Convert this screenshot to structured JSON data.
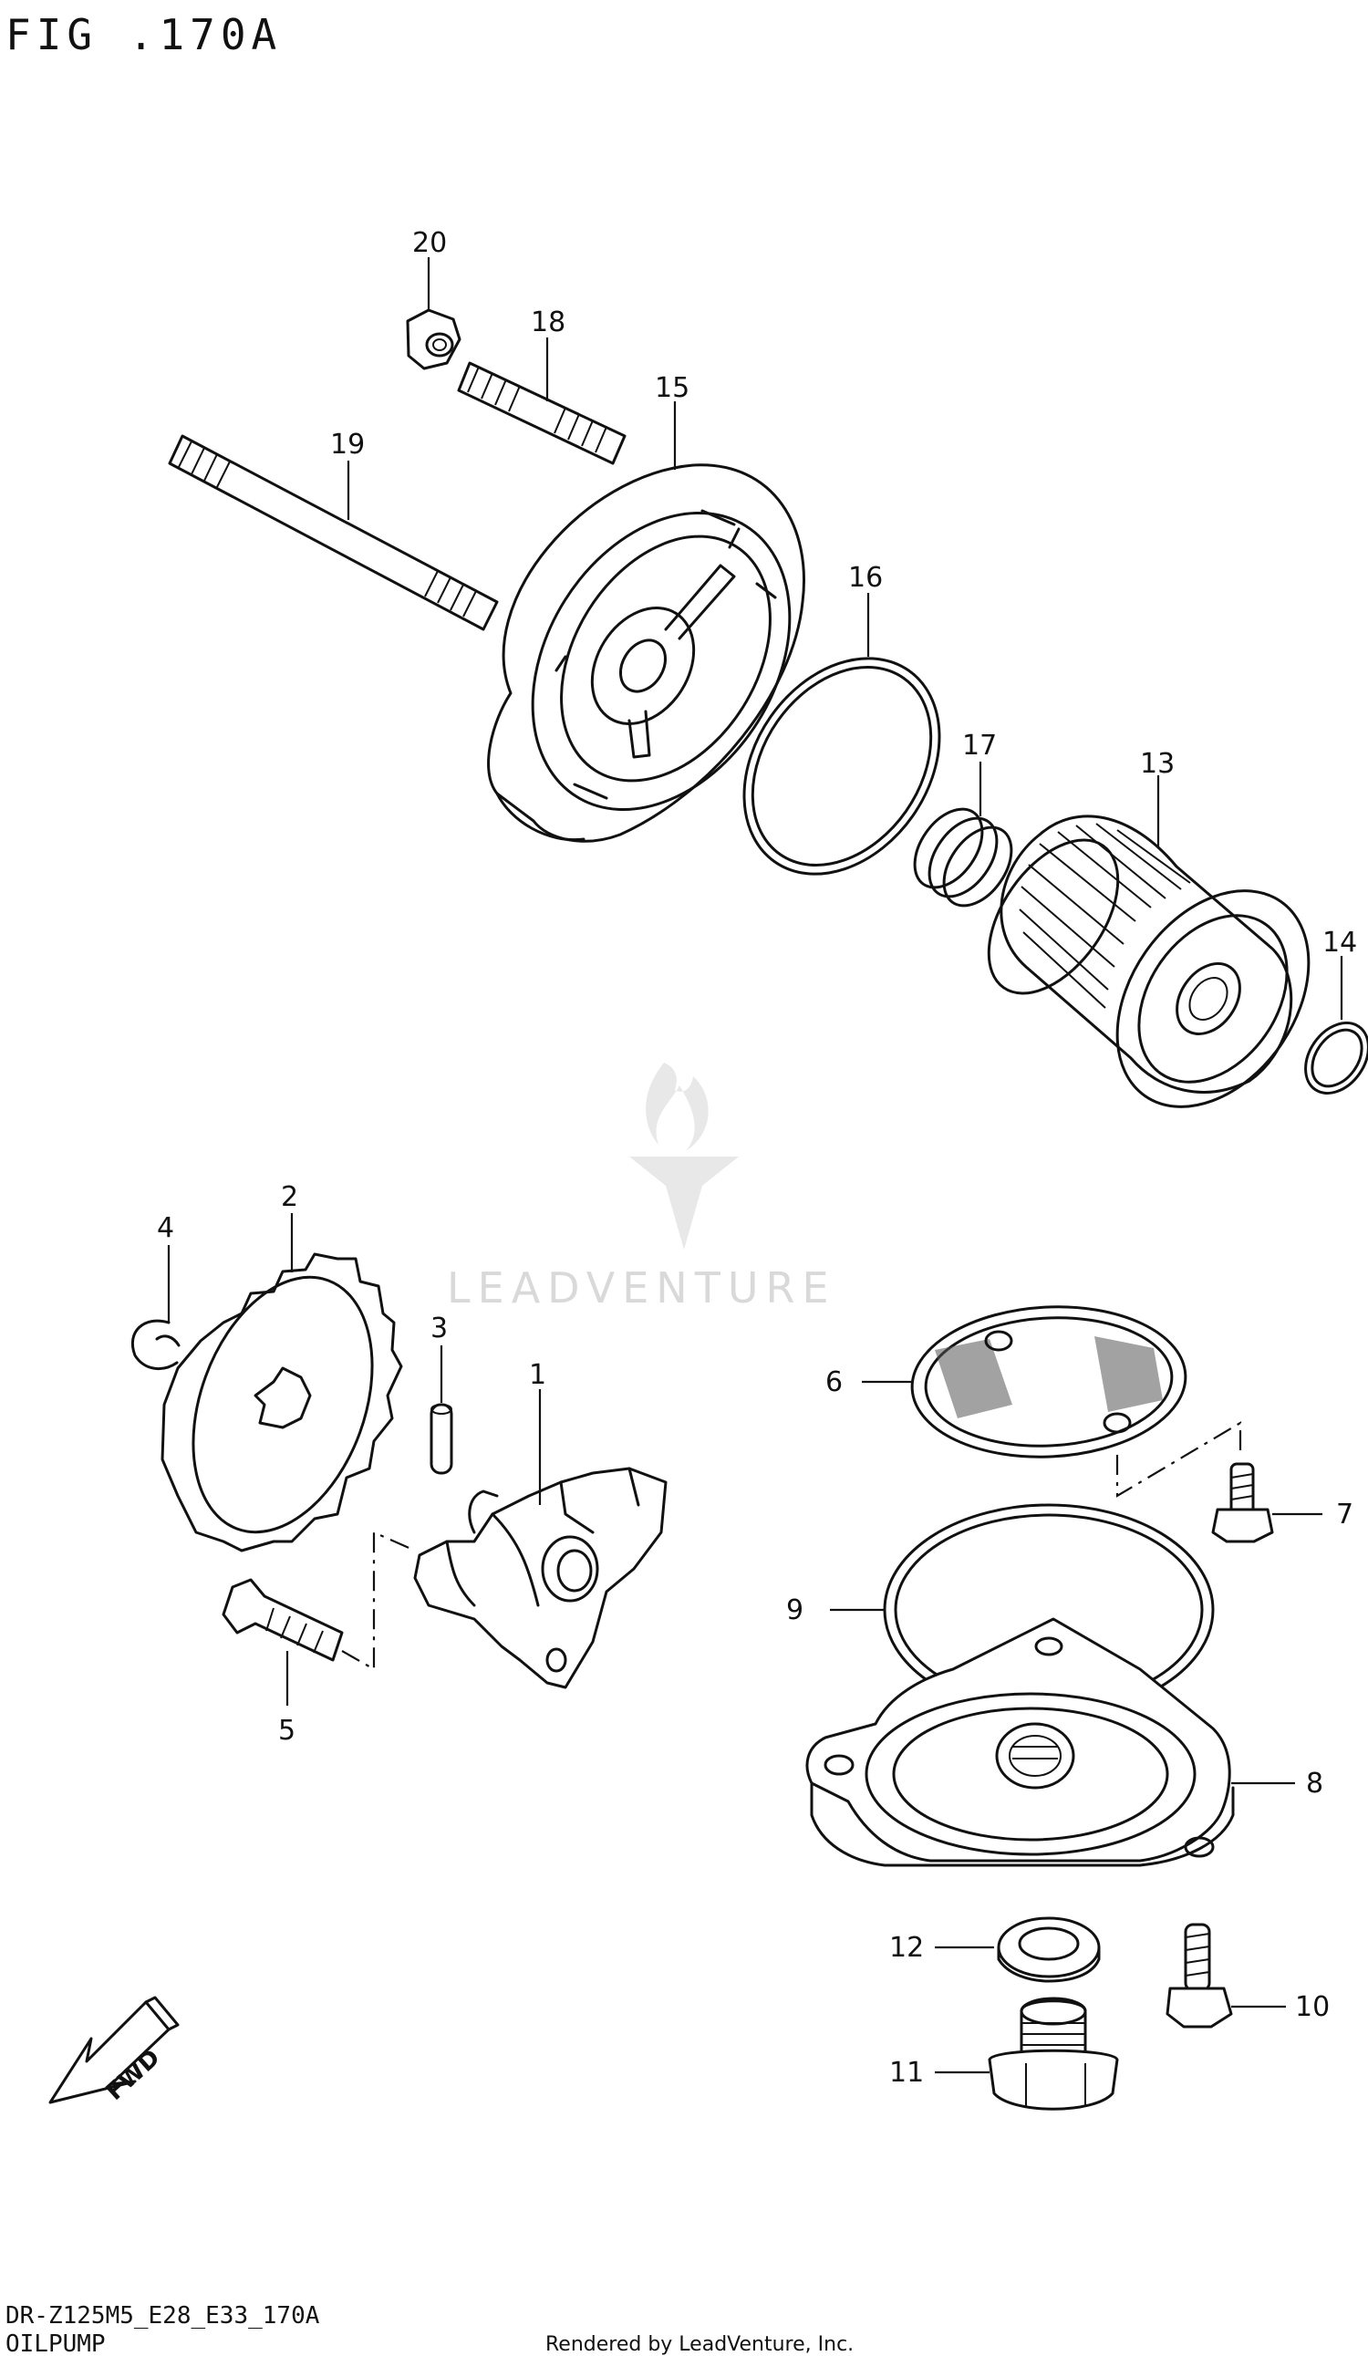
{
  "header": {
    "figure_title": "FIG .170A"
  },
  "watermark": {
    "text": "LEADVENTURE"
  },
  "parts": [
    {
      "id": "1",
      "label": "1"
    },
    {
      "id": "2",
      "label": "2"
    },
    {
      "id": "3",
      "label": "3"
    },
    {
      "id": "4",
      "label": "4"
    },
    {
      "id": "5",
      "label": "5"
    },
    {
      "id": "6",
      "label": "6"
    },
    {
      "id": "7",
      "label": "7"
    },
    {
      "id": "8",
      "label": "8"
    },
    {
      "id": "9",
      "label": "9"
    },
    {
      "id": "10",
      "label": "10"
    },
    {
      "id": "11",
      "label": "11"
    },
    {
      "id": "12",
      "label": "12"
    },
    {
      "id": "13",
      "label": "13"
    },
    {
      "id": "14",
      "label": "14"
    },
    {
      "id": "15",
      "label": "15"
    },
    {
      "id": "16",
      "label": "16"
    },
    {
      "id": "17",
      "label": "17"
    },
    {
      "id": "18",
      "label": "18"
    },
    {
      "id": "19",
      "label": "19"
    },
    {
      "id": "20",
      "label": "20"
    }
  ],
  "direction_badge": {
    "text": "FWD"
  },
  "footer": {
    "model_code": "DR-Z125M5_E28_E33_170A",
    "section_name": "OILPUMP",
    "credit": "Rendered by LeadVenture, Inc."
  }
}
